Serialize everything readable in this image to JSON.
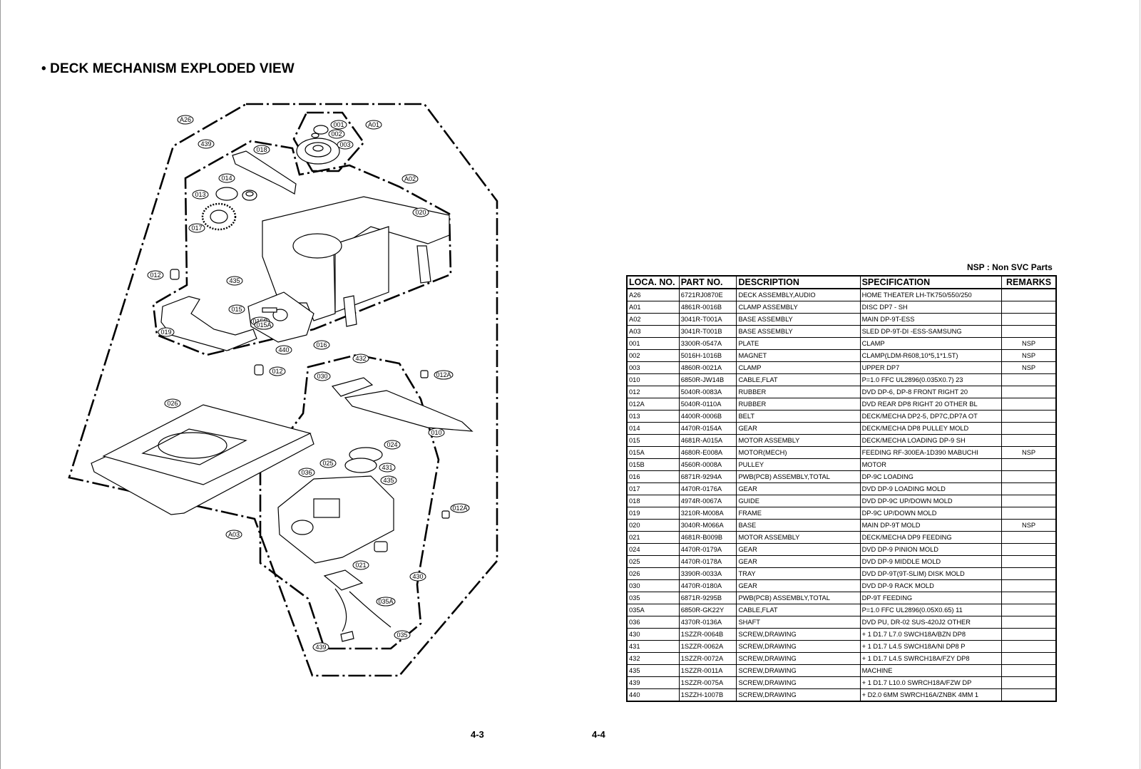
{
  "page": {
    "title": "• DECK MECHANISM EXPLODED VIEW",
    "nsp_note": "NSP : Non SVC  Parts",
    "page_left": "4-3",
    "page_right": "4-4"
  },
  "drawing": {
    "callouts": [
      "A26",
      "439",
      "018",
      "001",
      "002",
      "003",
      "A01",
      "014",
      "013",
      "017",
      "A02",
      "020",
      "012",
      "435",
      "015",
      "015B",
      "015A",
      "019",
      "440",
      "016",
      "012",
      "432",
      "030",
      "012A",
      "026",
      "010",
      "024",
      "025",
      "036",
      "431",
      "435",
      "012A",
      "A03",
      "021",
      "430",
      "035A",
      "035",
      "439"
    ]
  },
  "table": {
    "headers": [
      "LOCA. NO.",
      "PART NO.",
      "DESCRIPTION",
      "SPECIFICATION",
      "REMARKS"
    ],
    "rows": [
      [
        "A26",
        "6721RJ0870E",
        "DECK ASSEMBLY,AUDIO",
        "HOME THEATER LH-TK750/550/250",
        ""
      ],
      [
        "A01",
        "4861R-0016B",
        "CLAMP ASSEMBLY",
        "DISC DP7 - SH",
        ""
      ],
      [
        "A02",
        "3041R-T001A",
        "BASE ASSEMBLY",
        "MAIN DP-9T-ESS",
        ""
      ],
      [
        "A03",
        "3041R-T001B",
        "BASE ASSEMBLY",
        "SLED DP-9T-DI -ESS-SAMSUNG",
        ""
      ],
      [
        "001",
        "3300R-0547A",
        "PLATE",
        "CLAMP",
        "NSP"
      ],
      [
        "002",
        "5016H-1016B",
        "MAGNET",
        "CLAMP(LDM-R608,10*5,1*1.5T)",
        "NSP"
      ],
      [
        "003",
        "4860R-0021A",
        "CLAMP",
        "UPPER DP7",
        "NSP"
      ],
      [
        "010",
        "6850R-JW14B",
        "CABLE,FLAT",
        "P=1.0 FFC UL2896(0.035X0.7) 23",
        ""
      ],
      [
        "012",
        "5040R-0083A",
        "RUBBER",
        "DVD DP-6, DP-8 FRONT RIGHT 20",
        ""
      ],
      [
        "012A",
        "5040R-0110A",
        "RUBBER",
        "DVD REAR DP8 RIGHT 20 OTHER BL",
        ""
      ],
      [
        "013",
        "4400R-0006B",
        "BELT",
        "DECK/MECHA DP2-5, DP7C,DP7A OT",
        ""
      ],
      [
        "014",
        "4470R-0154A",
        "GEAR",
        "DECK/MECHA DP8 PULLEY MOLD",
        ""
      ],
      [
        "015",
        "4681R-A015A",
        "MOTOR ASSEMBLY",
        "DECK/MECHA LOADING DP-9 SH",
        ""
      ],
      [
        "015A",
        "4680R-E008A",
        "MOTOR(MECH)",
        "FEEDING RF-300EA-1D390 MABUCHI",
        "NSP"
      ],
      [
        "015B",
        "4560R-0008A",
        "PULLEY",
        "MOTOR",
        ""
      ],
      [
        "016",
        "6871R-9294A",
        "PWB(PCB) ASSEMBLY,TOTAL",
        "DP-9C  LOADING",
        ""
      ],
      [
        "017",
        "4470R-0176A",
        "GEAR",
        "DVD DP-9 LOADING  MOLD",
        ""
      ],
      [
        "018",
        "4974R-0067A",
        "GUIDE",
        "DVD DP-9C UP/DOWN MOLD",
        ""
      ],
      [
        "019",
        "3210R-M008A",
        "FRAME",
        "DP-9C UP/DOWN MOLD",
        ""
      ],
      [
        "020",
        "3040R-M066A",
        "BASE",
        "MAIN DP-9T MOLD",
        "NSP"
      ],
      [
        "021",
        "4681R-B009B",
        "MOTOR ASSEMBLY",
        "DECK/MECHA DP9 FEEDING",
        ""
      ],
      [
        "024",
        "4470R-0179A",
        "GEAR",
        "DVD DP-9 PINION  MOLD",
        ""
      ],
      [
        "025",
        "4470R-0178A",
        "GEAR",
        "DVD DP-9 MIDDLE MOLD",
        ""
      ],
      [
        "026",
        "3390R-0033A",
        "TRAY",
        "DVD DP-9T(9T-SLIM) DISK MOLD",
        ""
      ],
      [
        "030",
        "4470R-0180A",
        "GEAR",
        "DVD DP-9 RACK MOLD",
        ""
      ],
      [
        "035",
        "6871R-9295B",
        "PWB(PCB) ASSEMBLY,TOTAL",
        "DP-9T FEEDING",
        ""
      ],
      [
        "035A",
        "6850R-GK22Y",
        "CABLE,FLAT",
        "P=1.0 FFC UL2896(0.05X0.65) 11",
        ""
      ],
      [
        "036",
        "4370R-0136A",
        "SHAFT",
        "DVD PU, DR-02 SUS-420J2 OTHER",
        ""
      ],
      [
        "430",
        "1SZZR-0064B",
        "SCREW,DRAWING",
        "+ 1 D1.7 L7.0 SWCH18A/BZN DP8",
        ""
      ],
      [
        "431",
        "1SZZR-0062A",
        "SCREW,DRAWING",
        "+ 1 D1.7 L4.5 SWCH18A/NI DP8 P",
        ""
      ],
      [
        "432",
        "1SZZR-0072A",
        "SCREW,DRAWING",
        "+ 1 D1.7 L4.5 SWRCH18A/FZY DP8",
        ""
      ],
      [
        "435",
        "1SZZR-0011A",
        "SCREW,DRAWING",
        "MACHINE",
        ""
      ],
      [
        "439",
        "1SZZR-0075A",
        "SCREW,DRAWING",
        "+ 1 D1.7 L10.0 SWRCH18A/FZW DP",
        ""
      ],
      [
        "440",
        "1SZZH-1007B",
        "SCREW,DRAWING",
        "+ D2.0 6MM SWRCH16A/ZNBK 4MM 1",
        ""
      ]
    ]
  }
}
